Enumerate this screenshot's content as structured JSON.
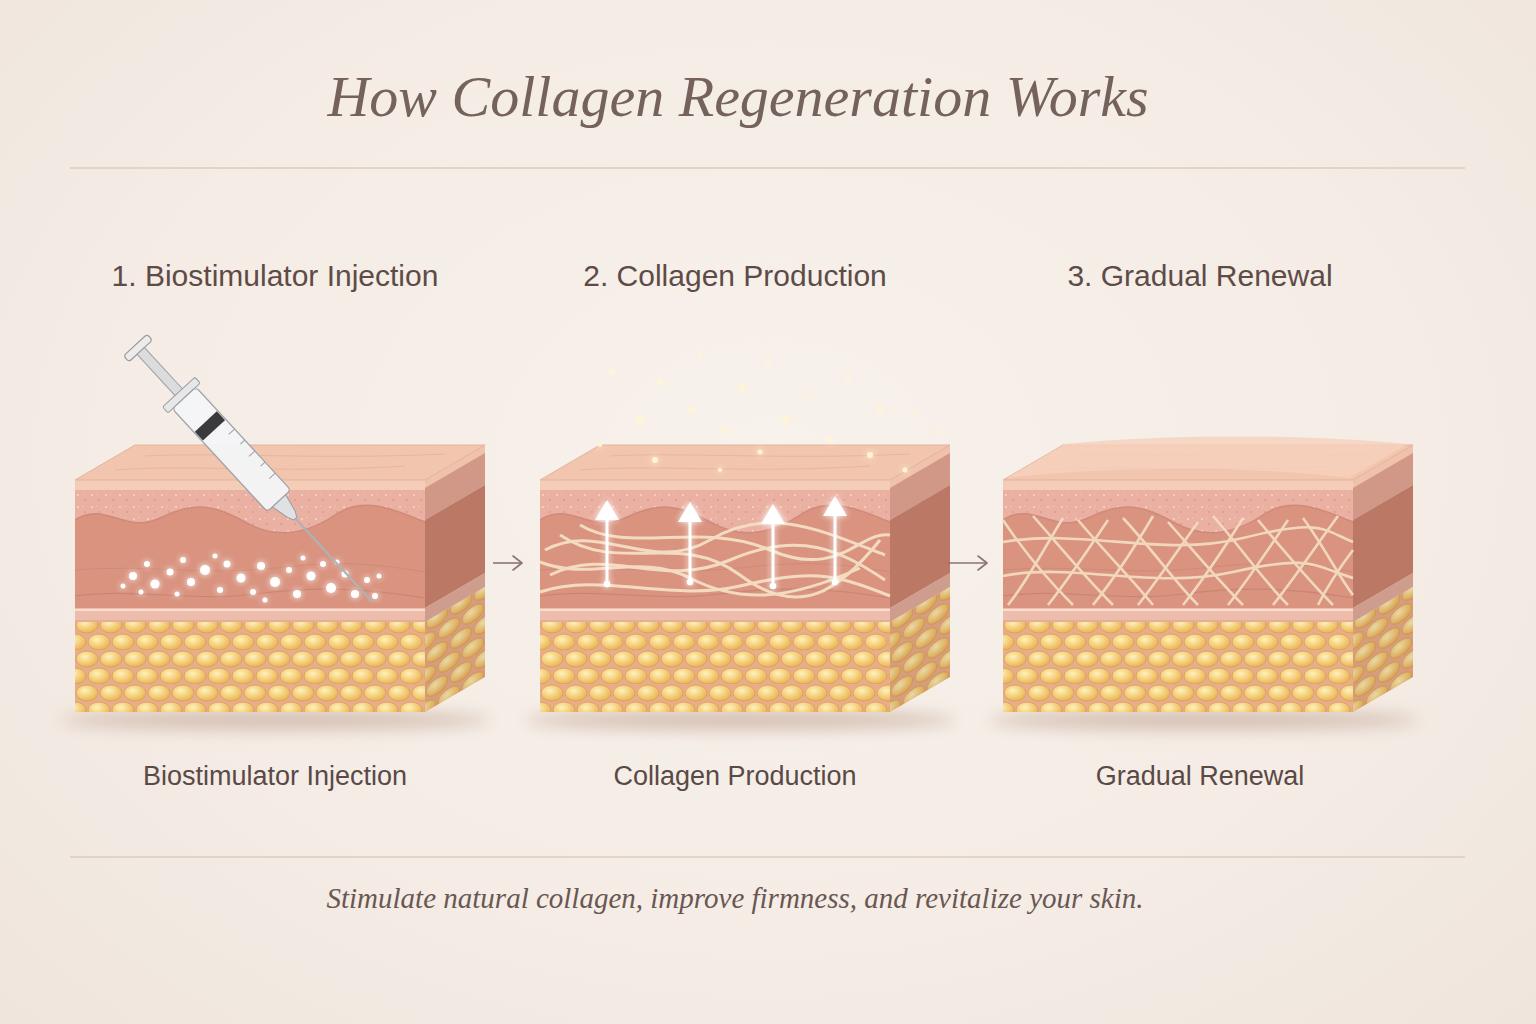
{
  "diagram": {
    "title": "How Collagen Regeneration Works",
    "caption": "Stimulate natural collagen, improve firmness, and revitalize your skin.",
    "nodes": [
      {
        "text": [
          "1. Biostimulator Injection",
          "Biostimulator Injection"
        ]
      },
      {
        "text": [
          "2. Collagen Production",
          "Collagen Production"
        ]
      },
      {
        "text": [
          "3. Gradual Renewal",
          "Gradual Renewal"
        ]
      }
    ],
    "edges": [
      {
        "from": 0,
        "to": 1,
        "arrow": "to"
      },
      {
        "from": 1,
        "to": 2,
        "arrow": "to"
      }
    ]
  }
}
